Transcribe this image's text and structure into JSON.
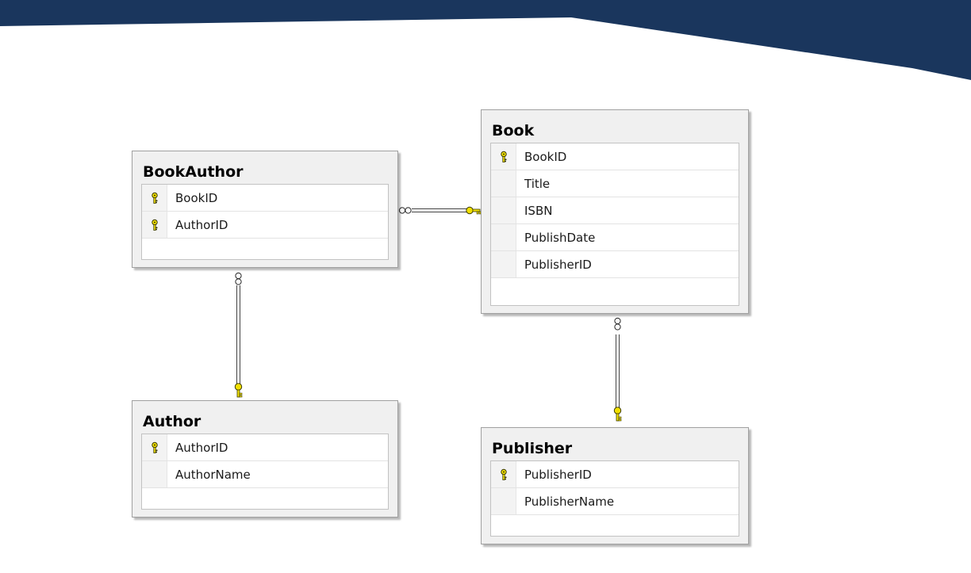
{
  "colors": {
    "banner": "#1a365d",
    "key_icon": "#f2e000",
    "panel": "#f0f0f0"
  },
  "tables": {
    "book": {
      "title": "Book",
      "columns": [
        {
          "name": "BookID",
          "primary_key": true
        },
        {
          "name": "Title",
          "primary_key": false
        },
        {
          "name": "ISBN",
          "primary_key": false
        },
        {
          "name": "PublishDate",
          "primary_key": false
        },
        {
          "name": "PublisherID",
          "primary_key": false
        }
      ]
    },
    "book_author": {
      "title": "BookAuthor",
      "columns": [
        {
          "name": "BookID",
          "primary_key": true
        },
        {
          "name": "AuthorID",
          "primary_key": true
        }
      ]
    },
    "author": {
      "title": "Author",
      "columns": [
        {
          "name": "AuthorID",
          "primary_key": true
        },
        {
          "name": "AuthorName",
          "primary_key": false
        }
      ]
    },
    "publisher": {
      "title": "Publisher",
      "columns": [
        {
          "name": "PublisherID",
          "primary_key": true
        },
        {
          "name": "PublisherName",
          "primary_key": false
        }
      ]
    }
  },
  "relationships": [
    {
      "from": "BookAuthor",
      "to": "Book",
      "many_end": "BookAuthor",
      "one_end": "Book"
    },
    {
      "from": "BookAuthor",
      "to": "Author",
      "many_end": "BookAuthor",
      "one_end": "Author"
    },
    {
      "from": "Book",
      "to": "Publisher",
      "many_end": "Book",
      "one_end": "Publisher"
    }
  ]
}
